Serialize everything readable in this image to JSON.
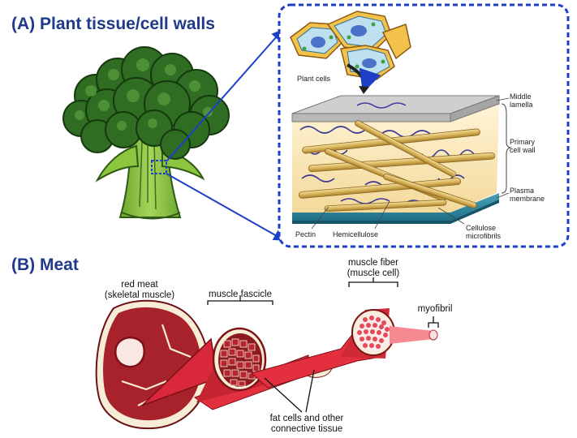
{
  "section_a": {
    "heading": "(A) Plant tissue/cell walls",
    "labels": {
      "plant_cells": "Plant cells",
      "middle_lamella_1": "Middle",
      "middle_lamella_2": "lamella",
      "primary_cell_wall_1": "Primary",
      "primary_cell_wall_2": "cell wall",
      "plasma_membrane_1": "Plasma",
      "plasma_membrane_2": "membrane",
      "cellulose_1": "Cellulose",
      "cellulose_2": "microfibrils",
      "pectin": "Pectin",
      "hemicellulose": "Hemicellulose"
    },
    "colors": {
      "heading": "#1f3a8a",
      "frame": "#1d3fc6",
      "broccoli": "#3a7a2a",
      "stem": "#8cc63f"
    }
  },
  "section_b": {
    "heading": "(B) Meat",
    "labels": {
      "red_meat_1": "red meat",
      "red_meat_2": "(skeletal muscle)",
      "muscle_fascicle": "muscle fascicle",
      "muscle_fiber_1": "muscle fiber",
      "muscle_fiber_2": "(muscle cell)",
      "myofibril": "myofibril",
      "fat_1": "fat cells and other",
      "fat_2": "connective tissue"
    },
    "colors": {
      "meat": "#b3202a",
      "fat": "#f7ecd6",
      "fiber": "#e8404a"
    }
  }
}
